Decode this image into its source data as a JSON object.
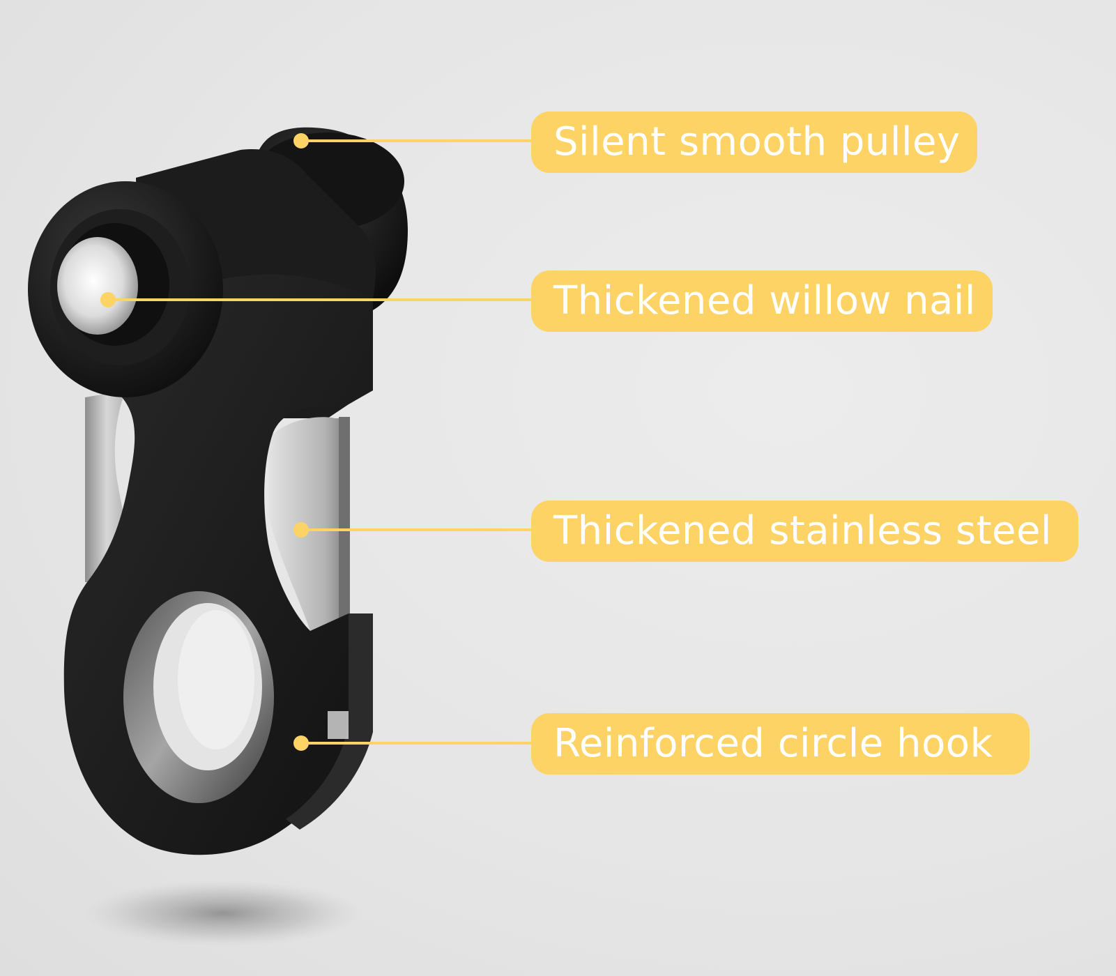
{
  "callouts": [
    {
      "text": "Silent smooth pulley"
    },
    {
      "text": "Thickened willow nail"
    },
    {
      "text": "Thickened stainless steel"
    },
    {
      "text": "Reinforced circle hook"
    }
  ],
  "colors": {
    "accent": "#fdd365",
    "label_text": "#ffffff",
    "part_body": "#1b1b1b",
    "steel": "#c9c9c9",
    "background": "#e8e8e8"
  }
}
